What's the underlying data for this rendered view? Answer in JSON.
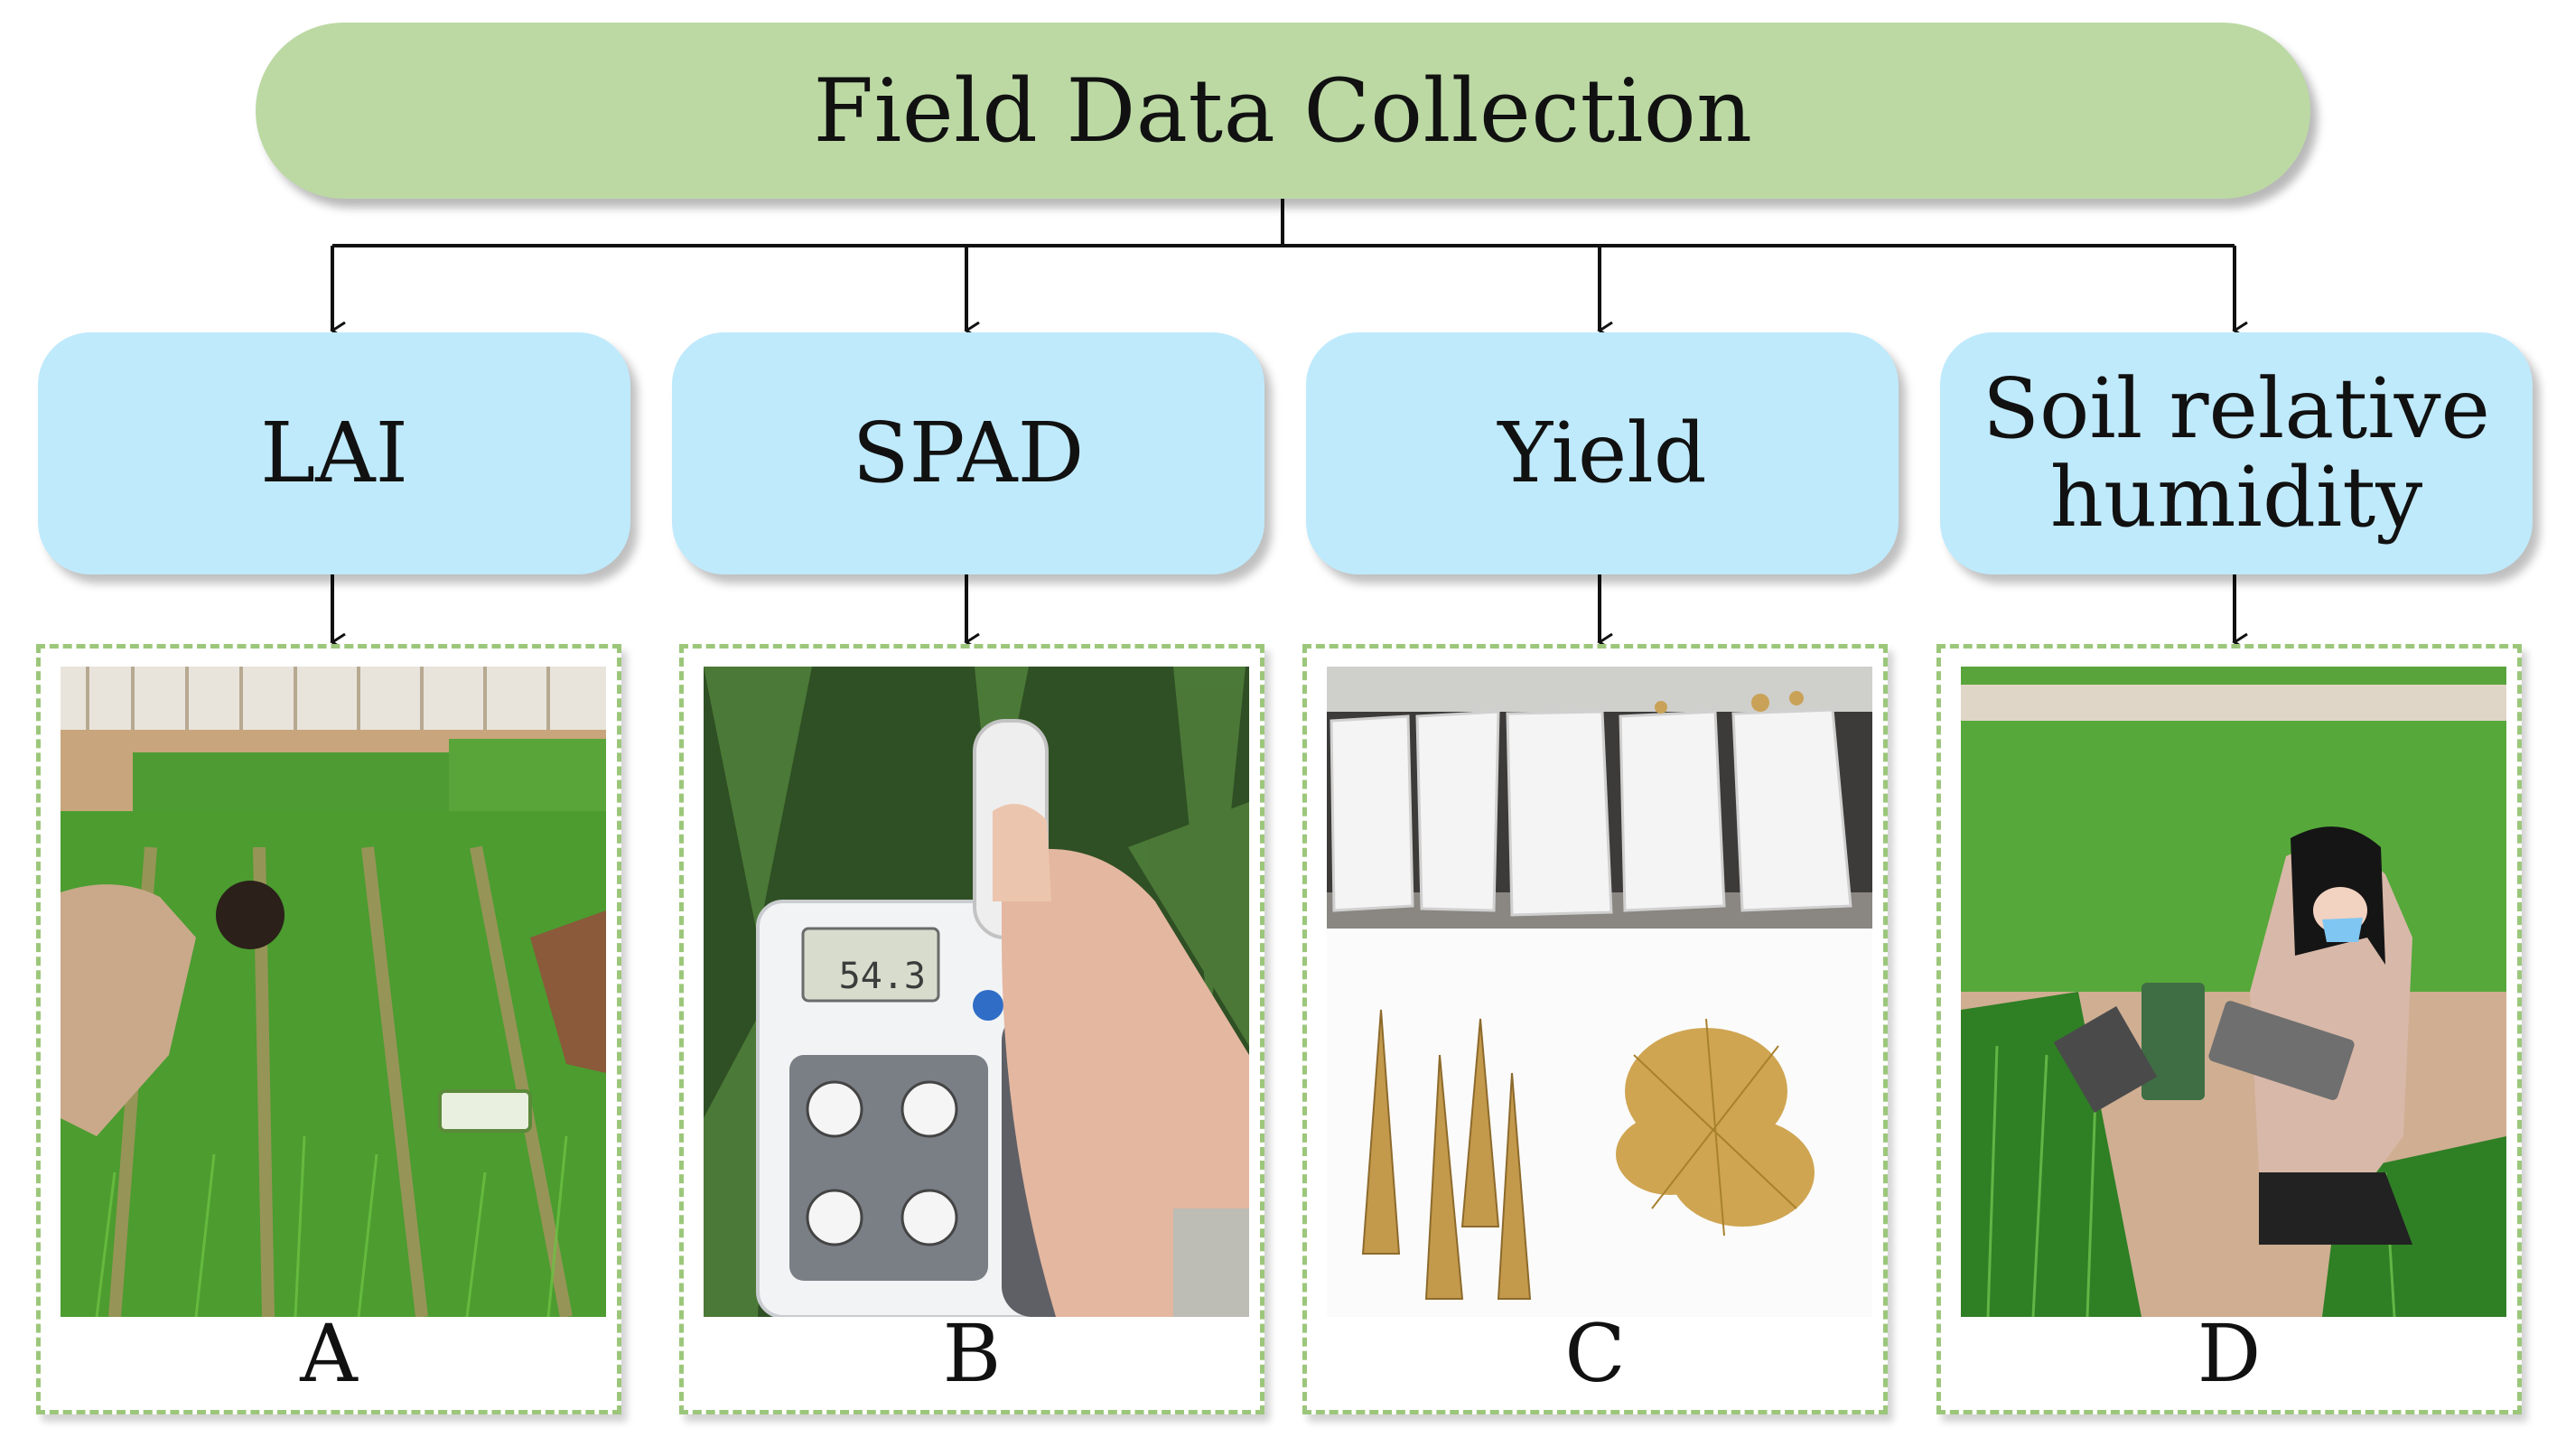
{
  "title": "Field Data Collection",
  "categories": [
    {
      "label": "LAI"
    },
    {
      "label": "SPAD"
    },
    {
      "label": "Yield"
    },
    {
      "label": "Soil relative\nhumidity"
    }
  ],
  "panels": [
    {
      "letter": "A"
    },
    {
      "letter": "B",
      "meter_reading": "54.3"
    },
    {
      "letter": "C"
    },
    {
      "letter": "D"
    }
  ],
  "colors": {
    "root_fill": "#bcd9a4",
    "category_fill": "#bfeafc",
    "panel_border": "#9cc77b",
    "connector": "#111111"
  }
}
